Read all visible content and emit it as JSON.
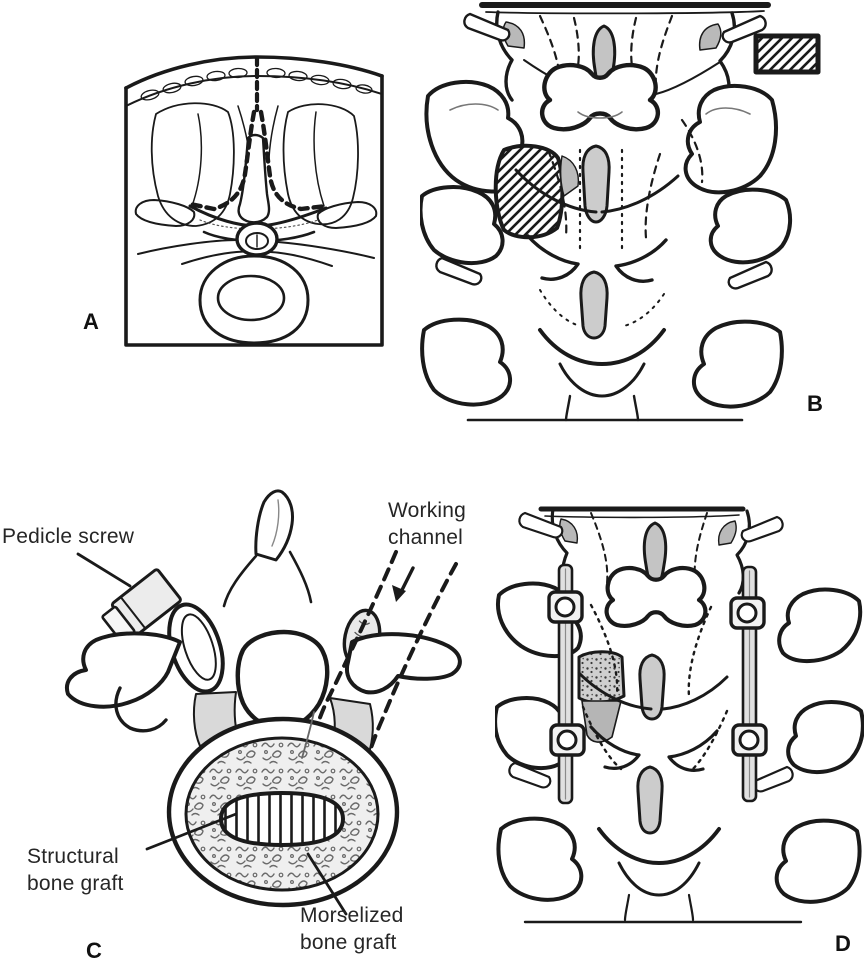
{
  "figure": {
    "kind": "surgical-technique-illustration",
    "colors": {
      "ink": "#1a1a1a",
      "paper": "#ffffff",
      "shade": "#c9c9c9"
    }
  },
  "panels": {
    "a": {
      "letter": "A"
    },
    "b": {
      "letter": "B"
    },
    "c": {
      "letter": "C",
      "labels": {
        "pedicle_screw": "Pedicle screw",
        "working_channel": "Working channel",
        "structural_bone_graft": "Structural bone graft",
        "morselized_bone_graft": "Morselized bone graft"
      }
    },
    "d": {
      "letter": "D"
    }
  }
}
